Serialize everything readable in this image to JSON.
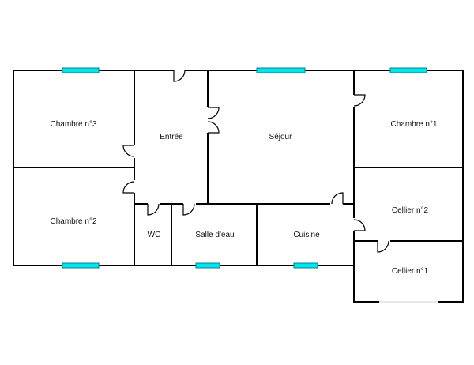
{
  "rooms": {
    "chambre3": "Chambre n°3",
    "chambre2": "Chambre n°2",
    "entree": "Entrée",
    "sejour": "Séjour",
    "chambre1": "Chambre n°1",
    "cellier2": "Cellier n°2",
    "cellier1": "Cellier n°1",
    "wc": "WC",
    "salle_eau": "Salle d'eau",
    "cuisine": "Cuisine"
  },
  "colors": {
    "window": "#00e5ee",
    "wall": "#000000",
    "background": "#ffffff"
  }
}
